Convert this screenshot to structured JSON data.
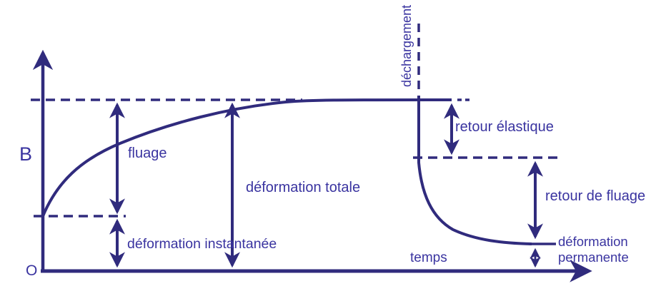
{
  "diagram": {
    "title_semantic": "creep-recovery curve (fluage) schematic",
    "colors": {
      "background": "#ffffff",
      "ink": "#302b7d",
      "text": "#3a34a0"
    },
    "axes": {
      "y_label": "B",
      "origin_label": "O",
      "x_label": "temps"
    },
    "annotations": {
      "unloading": "déchargement",
      "creep": "fluage",
      "instant_deformation": "déformation instantanée",
      "total_deformation": "déformation totale",
      "elastic_return": "retour élastique",
      "creep_return": "retour de fluage",
      "permanent_deformation_line1": "déformation",
      "permanent_deformation_line2": "permanente"
    }
  }
}
